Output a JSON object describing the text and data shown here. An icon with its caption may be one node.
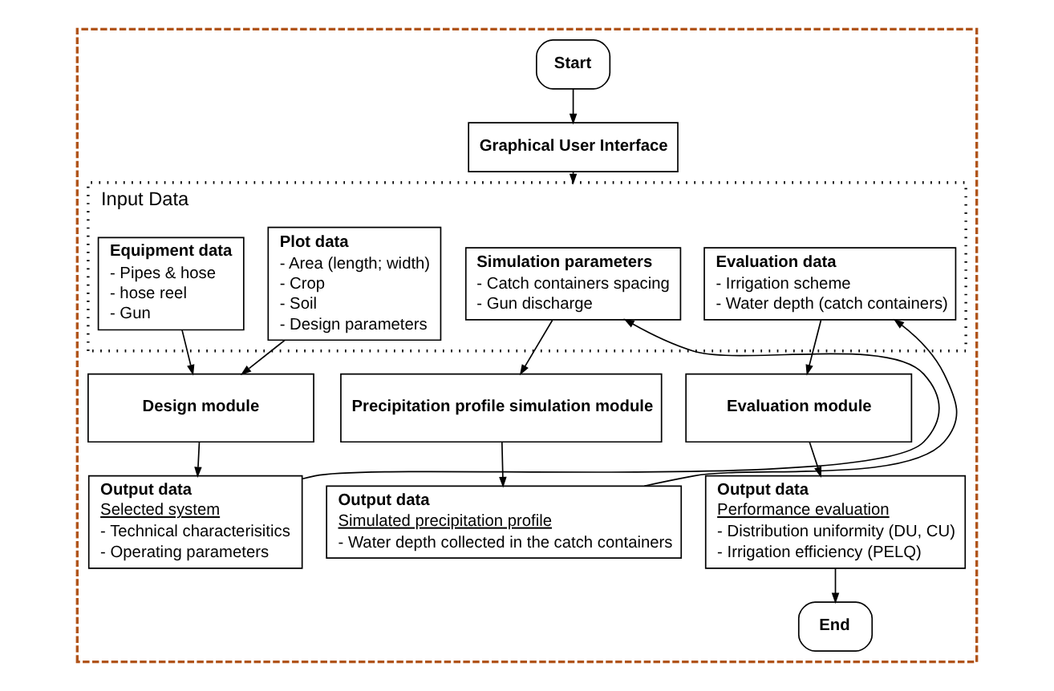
{
  "diagram": {
    "nodes": [
      {
        "text": [],
        "shape": "box"
      },
      {
        "text": [
          "Start"
        ],
        "in": 0
      },
      {
        "text": [
          "Graphical User Interface"
        ],
        "in": 0
      },
      {
        "text": [
          "Input Data"
        ],
        "in": 0
      },
      {
        "text": [
          "Equipment data",
          "- Pipes & hose",
          "- hose reel",
          "- Gun"
        ],
        "in": 3
      },
      {
        "text": [
          "Plot data",
          "- Area (length; width)",
          "- Crop",
          "- Soil",
          "- Design parameters"
        ],
        "in": 3
      },
      {
        "text": [
          "Simulation parameters",
          "- Catch containers spacing",
          "- Gun discharge"
        ],
        "in": 3
      },
      {
        "text": [
          "Evaluation data",
          "- Irrigation scheme",
          "- Water depth (catch containers)"
        ],
        "in": 3
      },
      {
        "text": [
          "Design module"
        ],
        "in": 0
      },
      {
        "text": [
          "Precipitation profile simulation module"
        ],
        "in": 0
      },
      {
        "text": [
          "Evaluation module"
        ],
        "in": 0
      },
      {
        "text": [
          "Output data",
          "Selected system",
          "- Technical characterisitics",
          "- Operating parameters"
        ],
        "in": 0
      },
      {
        "text": [
          "Output data",
          "Simulated precipitation profile",
          "- Water depth collected in the catch containers"
        ],
        "in": 0
      },
      {
        "text": [
          "Output data",
          "Performance evaluation",
          "- Distribution uniformity (DU, CU)",
          "- Irrigation efficiency (PELQ)"
        ],
        "in": 0
      },
      {
        "text": [
          "End"
        ],
        "in": 0
      }
    ],
    "edges": [
      {
        "from": 1,
        "to": 2,
        "arrow": "to"
      },
      {
        "from": 2,
        "to": 3,
        "arrow": "to"
      },
      {
        "from": 4,
        "to": 8,
        "arrow": "to"
      },
      {
        "from": 5,
        "to": 8,
        "arrow": "to"
      },
      {
        "from": 6,
        "to": 9,
        "arrow": "to"
      },
      {
        "from": 7,
        "to": 10,
        "arrow": "to"
      },
      {
        "from": 8,
        "to": 11,
        "arrow": "to"
      },
      {
        "from": 9,
        "to": 12,
        "arrow": "to"
      },
      {
        "from": 10,
        "to": 13,
        "arrow": "to"
      },
      {
        "from": 13,
        "to": 14,
        "arrow": "to"
      },
      {
        "from": 11,
        "to": 6,
        "arrow": "to"
      },
      {
        "from": 12,
        "to": 7,
        "arrow": "to"
      }
    ]
  }
}
